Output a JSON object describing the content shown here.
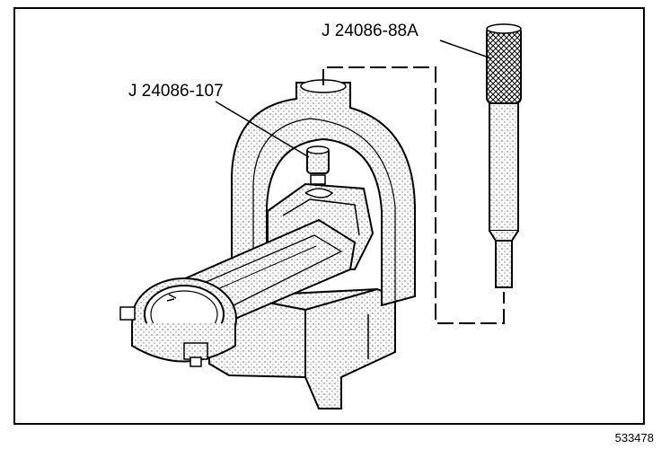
{
  "labels": {
    "tool_88a": "J 24086-88A",
    "tool_107": "J 24086-107"
  },
  "figure_number": "533478",
  "colors": {
    "line": "#000000",
    "background": "#ffffff",
    "stipple": "#555555"
  }
}
